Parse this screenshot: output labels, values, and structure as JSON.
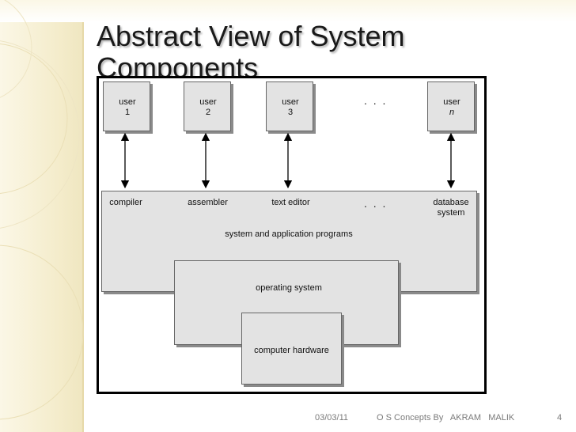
{
  "slide": {
    "title": "Abstract View of System Components",
    "footer_date": "03/03/11",
    "footer_text": "O S Concepts By   AKRAM   MALIK",
    "page_number": "4"
  },
  "diagram": {
    "users": [
      {
        "line1": "user",
        "line2": "1"
      },
      {
        "line1": "user",
        "line2": "2"
      },
      {
        "line1": "user",
        "line2": "3"
      },
      {
        "line1": "user",
        "line2": "n"
      }
    ],
    "users_ellipsis": ". . .",
    "programs": [
      {
        "line1": "compiler",
        "line2": ""
      },
      {
        "line1": "assembler",
        "line2": ""
      },
      {
        "line1": "text editor",
        "line2": ""
      },
      {
        "line1": "database",
        "line2": "system"
      }
    ],
    "programs_ellipsis": ". . .",
    "programs_layer_label": "system and application programs",
    "os_label": "operating system",
    "hardware_label": "computer hardware"
  }
}
